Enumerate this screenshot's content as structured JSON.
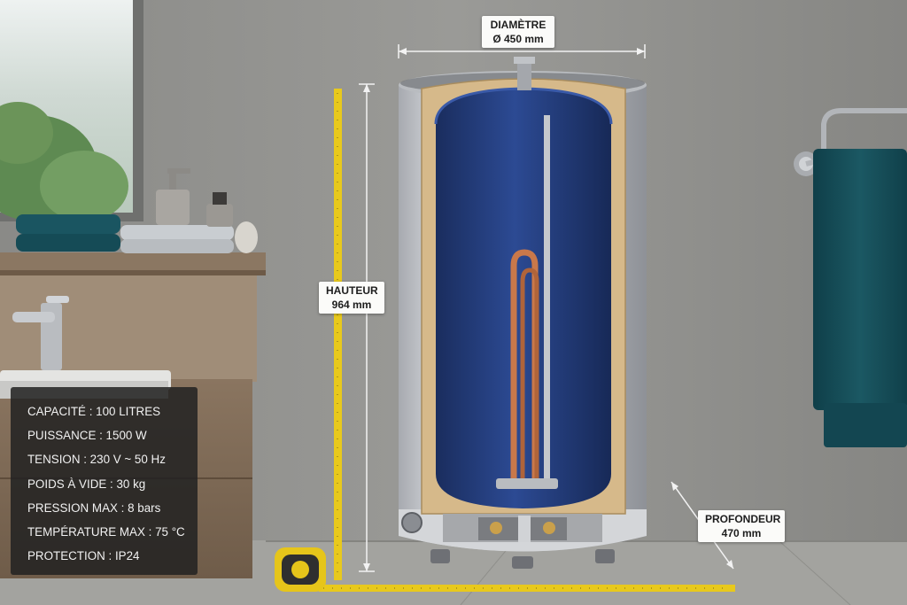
{
  "dimensions": {
    "diametre": {
      "label": "DIAMÈTRE",
      "value": "Ø 450 mm"
    },
    "hauteur": {
      "label": "HAUTEUR",
      "value": "964 mm"
    },
    "profondeur": {
      "label": "PROFONDEUR",
      "value": "470 mm"
    }
  },
  "specs": [
    "CAPACITÉ : 100 LITRES",
    "PUISSANCE : 1500 W",
    "TENSION : 230 V ~ 50 Hz",
    "POIDS À VIDE : 30 kg",
    "PRESSION MAX : 8 bars",
    "TEMPÉRATURE MAX : 75 °C",
    "PROTECTION : IP24"
  ],
  "colors": {
    "wall": "#8d8d8a",
    "tank_interior": "#223a78",
    "insulation": "#d6b98a",
    "copper": "#c9784a",
    "towel": "#144a55",
    "tape": "#e8c91c"
  }
}
